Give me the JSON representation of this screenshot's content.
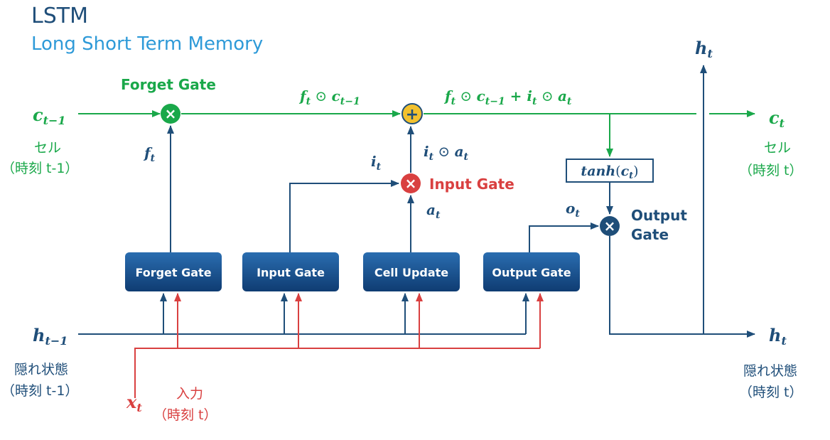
{
  "title": "LSTM",
  "subtitle": "Long Short Term Memory",
  "colors": {
    "green": "#1aa84a",
    "navy": "#1f4e79",
    "red": "#d94040",
    "yellow": "#f2c12e",
    "light_blue": "#2e9ad8"
  },
  "inputs": {
    "c_prev_base": "c",
    "c_prev_sub": "t−1",
    "c_prev_jp1": "セル",
    "c_prev_jp2": "（時刻 t-1）",
    "h_prev_base": "h",
    "h_prev_sub": "t−1",
    "h_prev_jp1": "隠れ状態",
    "h_prev_jp2": "（時刻 t-1）",
    "x_base": "x",
    "x_sub": "t",
    "x_jp1": "入力",
    "x_jp2": "（時刻 t）"
  },
  "outputs": {
    "c_base": "c",
    "c_sub": "t",
    "c_jp1": "セル",
    "c_jp2": "（時刻 t）",
    "h_base": "h",
    "h_sub": "t",
    "h_jp1": "隠れ状態",
    "h_jp2": "（時刻 t）",
    "h_top_base": "h",
    "h_top_sub": "t"
  },
  "gate_labels": {
    "forget": "Forget Gate",
    "input": "Input Gate",
    "output_line1": "Output",
    "output_line2": "Gate"
  },
  "boxes": {
    "forget": "Forget Gate",
    "input": "Input Gate",
    "cell": "Cell Update",
    "output": "Output Gate"
  },
  "expressions": {
    "f_cprev": "f",
    "f_cprev_sub": "t",
    "f_cprev_op": " ⊙ ",
    "f_cprev_c": "c",
    "f_cprev_csub": "t−1",
    "sum_expr_f": "f",
    "sum_expr_f_sub": "t",
    "sum_expr_op1": " ⊙ ",
    "sum_expr_c": "c",
    "sum_expr_c_sub": "t−1",
    "sum_expr_plus": " + ",
    "sum_expr_i": "i",
    "sum_expr_i_sub": "t",
    "sum_expr_op2": " ⊙ ",
    "sum_expr_a": "a",
    "sum_expr_a_sub": "t",
    "f_t": "f",
    "f_t_sub": "t",
    "i_t": "i",
    "i_t_sub": "t",
    "ia_i": "i",
    "ia_i_sub": "t",
    "ia_op": " ⊙ ",
    "ia_a": "a",
    "ia_a_sub": "t",
    "a_t": "a",
    "a_t_sub": "t",
    "o_t": "o",
    "o_t_sub": "t",
    "tanh_fn": "tanh",
    "tanh_open": "(",
    "tanh_c": "c",
    "tanh_c_sub": "t",
    "tanh_close": ")"
  },
  "operators": {
    "multiply": "×",
    "add": "+"
  }
}
